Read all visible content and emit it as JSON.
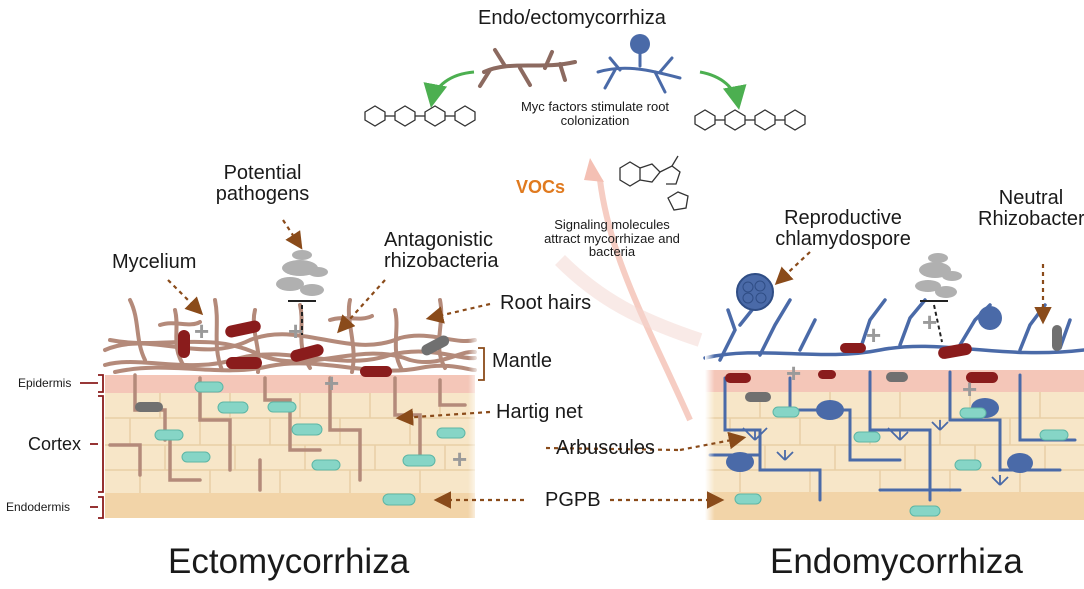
{
  "labels": {
    "endo_ecto": "Endo/ectomycorrhiza",
    "myc_factors": "Myc factors stimulate root colonization",
    "vocs": "VOCs",
    "signaling": "Signaling molecules attract mycorrhizae and bacteria",
    "potential_pathogens": "Potential pathogens",
    "mycelium": "Mycelium",
    "antagonistic": "Antagonistic rhizobacteria",
    "root_hairs": "Root hairs",
    "mantle": "Mantle",
    "epidermis": "Epidermis",
    "cortex": "Cortex",
    "endodermis": "Endodermis",
    "hartig_net": "Hartig net",
    "arbuscules": "Arbuscules",
    "pgpb": "PGPB",
    "reproductive": "Reproductive chlamydospore",
    "neutral": "Neutral Rhizobacteria"
  },
  "titles": {
    "ecto": "Ectomycorrhiza",
    "endo": "Endomycorrhiza"
  },
  "colors": {
    "ecto_hyphae": "#b48a7a",
    "endo_hyphae": "#4a6aa8",
    "bacteria_red": "#8a1c1c",
    "pgpb_teal": "#7fd1c3",
    "arrow_brown": "#8a4b1a",
    "arrow_green": "#4caf50",
    "cell_fill": "#f7e6c8",
    "epidermis_fill": "#f4c6b8",
    "voc_orange": "#e07a1f"
  }
}
